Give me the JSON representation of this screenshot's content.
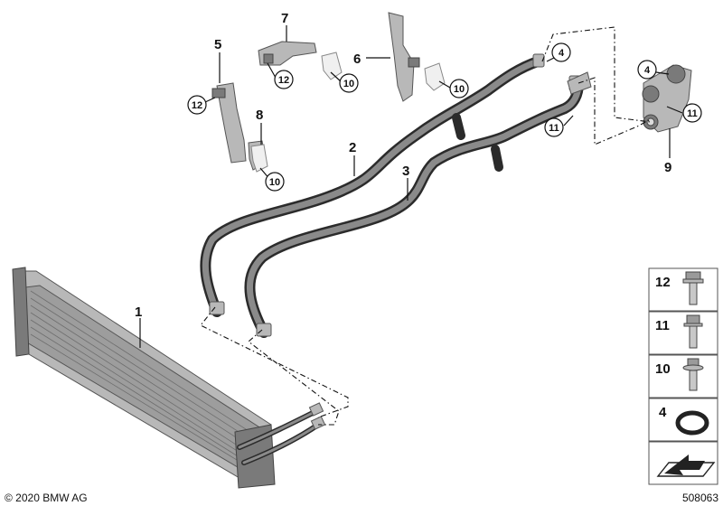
{
  "callouts": {
    "c1": "1",
    "c2": "2",
    "c3": "3",
    "c4a": "4",
    "c4b": "4",
    "c5": "5",
    "c6": "6",
    "c7": "7",
    "c8": "8",
    "c9": "9",
    "c10a": "10",
    "c10b": "10",
    "c10c": "10",
    "c11a": "11",
    "c11b": "11",
    "c12a": "12",
    "c12b": "12"
  },
  "legend": {
    "items": [
      {
        "label": "12",
        "icon": "hex-flange-bolt-icon"
      },
      {
        "label": "11",
        "icon": "hex-bolt-icon"
      },
      {
        "label": "10",
        "icon": "flange-bolt-icon"
      },
      {
        "label": "4",
        "icon": "o-ring-icon"
      }
    ],
    "arrow_icon": "direction-arrow-icon"
  },
  "footer": {
    "copyright": "© 2020 BMW AG",
    "diagram_number": "508063"
  }
}
